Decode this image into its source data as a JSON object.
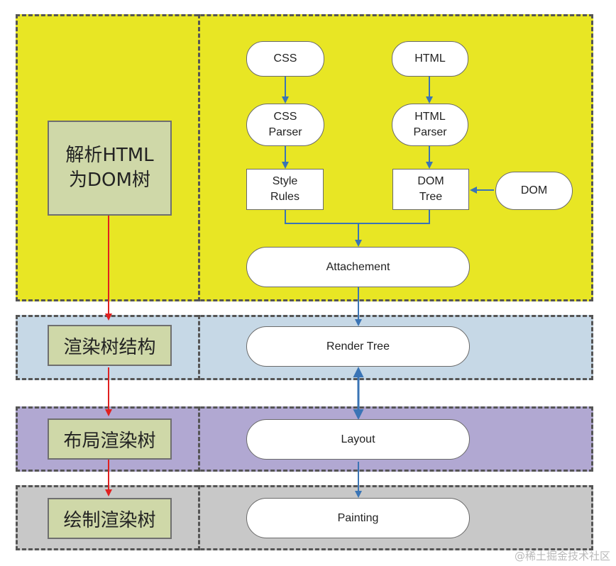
{
  "colors": {
    "parse_band": "#e8e624",
    "render_tree_band": "#c6d8e6",
    "layout_band": "#b1a8d2",
    "paint_band": "#c8c8c8",
    "stage_box": "#cfd8a8",
    "blue_arrow": "#3a74b5",
    "red_arrow": "#e02020"
  },
  "stages": {
    "parse": "解析HTML\n为DOM树",
    "render_tree": "渲染树结构",
    "layout": "布局渲染树",
    "paint": "绘制渲染树"
  },
  "nodes": {
    "css": "CSS",
    "html": "HTML",
    "css_parser": "CSS\nParser",
    "html_parser": "HTML\nParser",
    "style_rules": "Style\nRules",
    "dom_tree": "DOM\nTree",
    "dom": "DOM",
    "attachement": "Attachement",
    "render_tree": "Render Tree",
    "layout": "Layout",
    "painting": "Painting"
  },
  "watermark": "@稀土掘金技术社区"
}
